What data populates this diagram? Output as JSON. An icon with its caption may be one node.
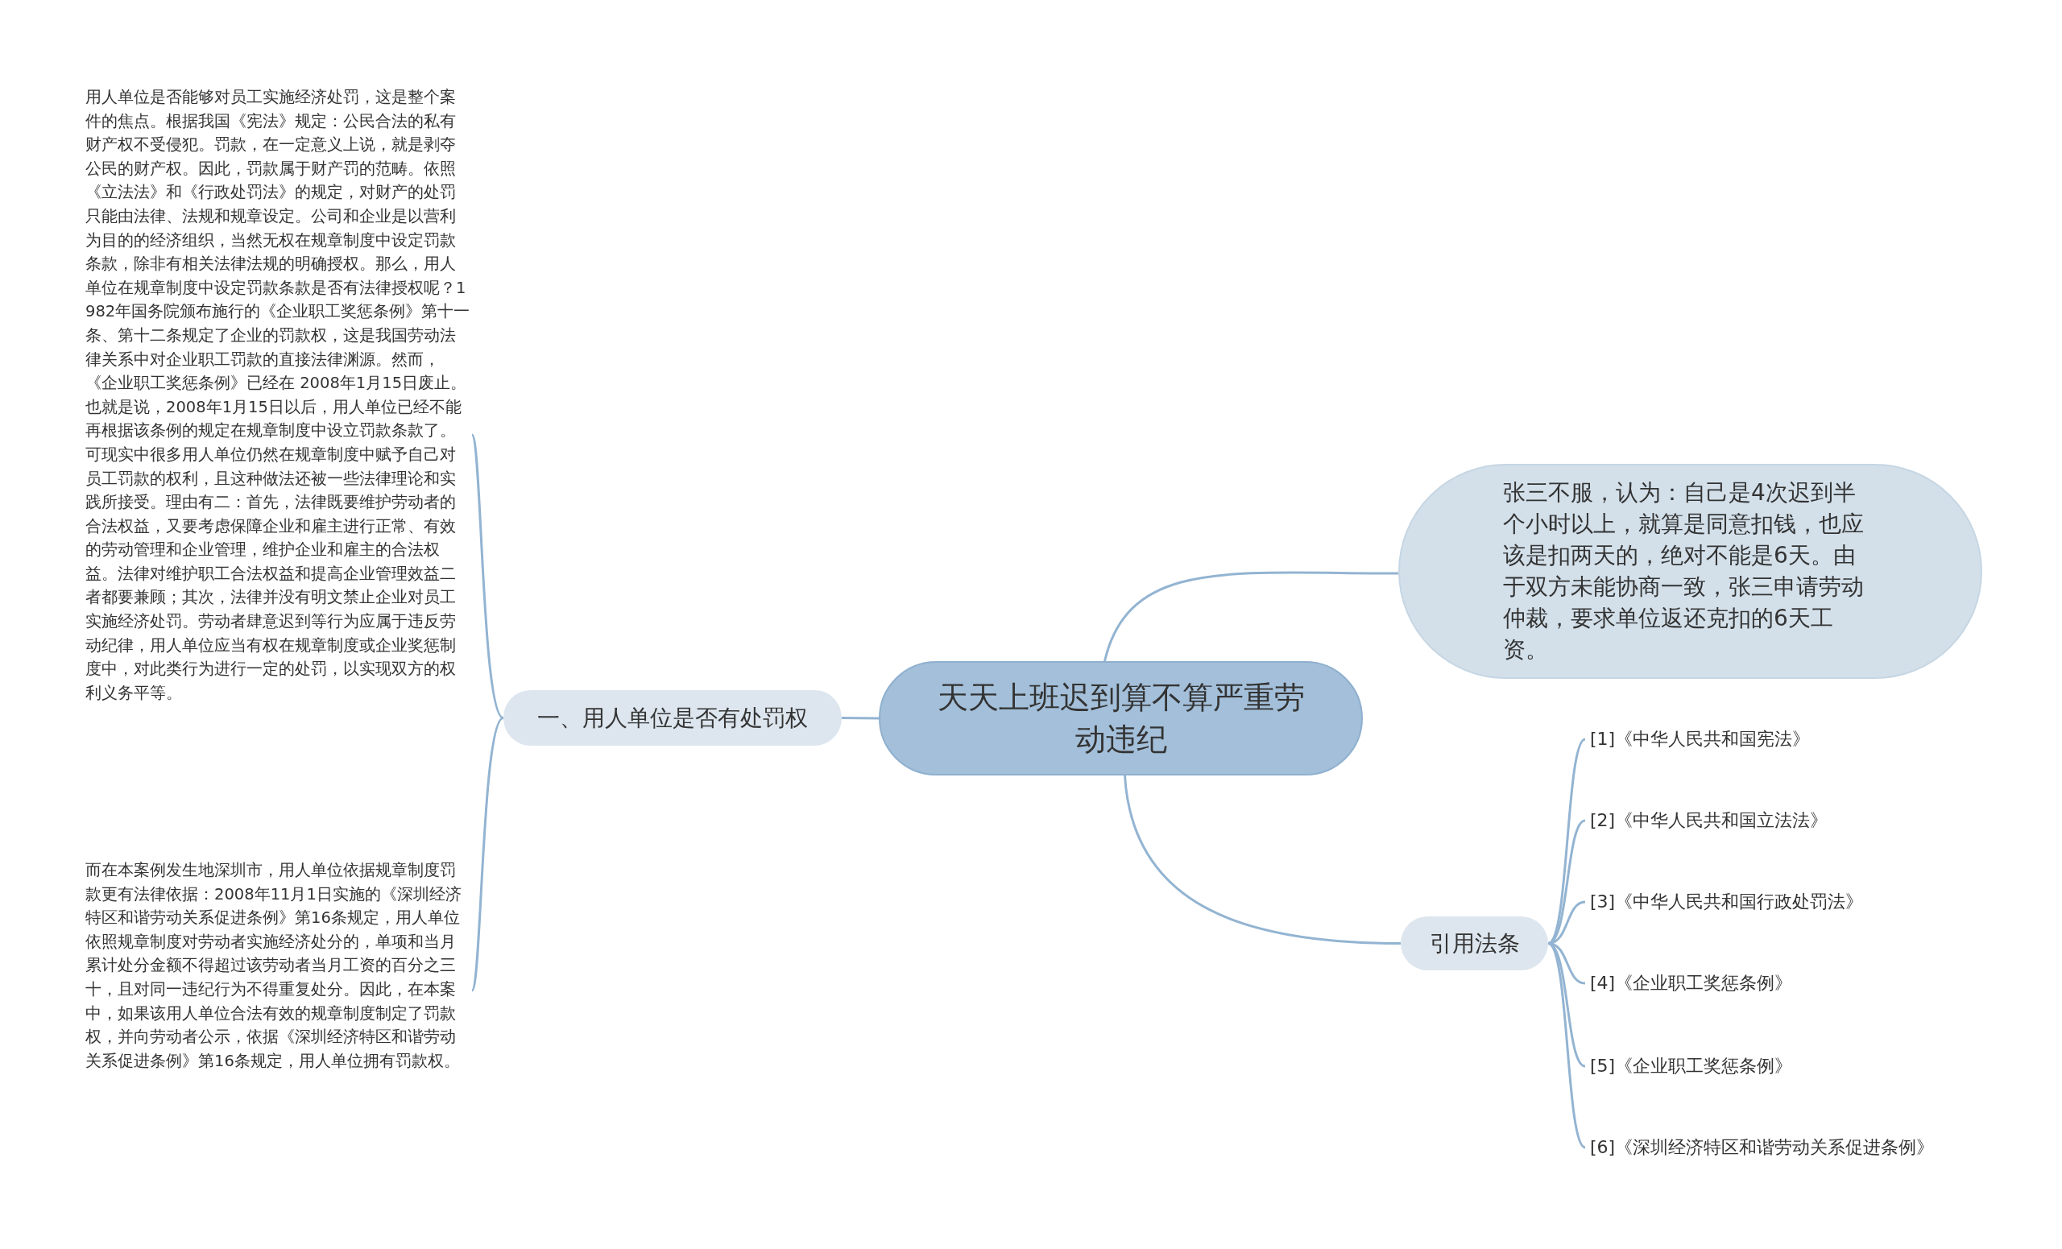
{
  "diagram": {
    "nodes": [
      {
        "text": [
          "天天上班迟到算不算严重劳动违纪"
        ]
      },
      {
        "text": [
          "一、用人单位是否有处罚权"
        ]
      },
      {
        "text": [
          "用人单位是否能够对员工实施经济处罚，这是整个案件的焦点。根据我国《宪法》规定：公民合法的私有财产权不受侵犯。罚款，在一定意义上说，就是剥夺公民的财产权。因此，罚款属于财产罚的范畴。依照《立法法》和《行政处罚法》的规定，对财产的处罚只能由法律、法规和规章设定。公司和企业是以营利为目的的经济组织，当然无权在规章制度中设定罚款条款，除非有相关法律法规的明确授权。那么，用人单位在规章制度中设定罚款条款是否有法律授权呢？1982年国务院颁布施行的《企业职工奖惩条例》第十一条、第十二条规定了企业的罚款权，这是我国劳动法律关系中对企业职工罚款的直接法律渊源。然而，《企业职工奖惩条例》已经在 2008年1月15日废止。也就是说，2008年1月15日以后，用人单位已经不能再根据该条例的规定在规章制度中设立罚款条款了。可现实中很多用人单位仍然在规章制度中赋予自己对员工罚款的权利，且这种做法还被一些法律理论和实践所接受。理由有二：首先，法律既要维护劳动者的合法权益，又要考虑保障企业和雇主进行正常、有效的劳动管理和企业管理，维护企业和雇主的合法权益。法律对维护职工合法权益和提高企业管理效益二者都要兼顾；其次，法律并没有明文禁止企业对员工实施经济处罚。劳动者肆意迟到等行为应属于违反劳动纪律，用人单位应当有权在规章制度或企业奖惩制度中，对此类行为进行一定的处罚，以实现双方的权利义务平等。"
        ]
      },
      {
        "text": [
          "而在本案例发生地深圳市，用人单位依据规章制度罚款更有法律依据：2008年11月1日实施的《深圳经济特区和谐劳动关系促进条例》第16条规定，用人单位依照规章制度对劳动者实施经济处分的，单项和当月累计处分金额不得超过该劳动者当月工资的百分之三十，且对同一违纪行为不得重复处分。因此，在本案中，如果该用人单位合法有效的规章制度制定了罚款权，并向劳动者公示，依据《深圳经济特区和谐劳动关系促进条例》第16条规定，用人单位拥有罚款权。"
        ]
      },
      {
        "text": [
          "张三不服，认为：自己是4次迟到半个小时以上，就算是同意扣钱，也应该是扣两天的，绝对不能是6天。由于双方未能协商一致，张三申请劳动仲裁，要求单位返还克扣的6天工资。"
        ]
      },
      {
        "text": [
          "引用法条"
        ]
      },
      {
        "text": [
          "[1]《中华人民共和国宪法》"
        ]
      },
      {
        "text": [
          "[2]《中华人民共和国立法法》"
        ]
      },
      {
        "text": [
          "[3]《中华人民共和国行政处罚法》"
        ]
      },
      {
        "text": [
          "[4]《企业职工奖惩条例》"
        ]
      },
      {
        "text": [
          "[5]《企业职工奖惩条例》"
        ]
      },
      {
        "text": [
          "[6]《深圳经济特区和谐劳动关系促进条例》"
        ]
      }
    ],
    "edges": [
      {
        "from": 0,
        "to": 1,
        "arrow": "none"
      },
      {
        "from": 1,
        "to": 2,
        "arrow": "none"
      },
      {
        "from": 1,
        "to": 3,
        "arrow": "none"
      },
      {
        "from": 0,
        "to": 4,
        "arrow": "none"
      },
      {
        "from": 0,
        "to": 5,
        "arrow": "none"
      },
      {
        "from": 5,
        "to": 6,
        "arrow": "none"
      },
      {
        "from": 5,
        "to": 7,
        "arrow": "none"
      },
      {
        "from": 5,
        "to": 8,
        "arrow": "none"
      },
      {
        "from": 5,
        "to": 9,
        "arrow": "none"
      },
      {
        "from": 5,
        "to": 10,
        "arrow": "none"
      },
      {
        "from": 5,
        "to": 11,
        "arrow": "none"
      }
    ]
  }
}
